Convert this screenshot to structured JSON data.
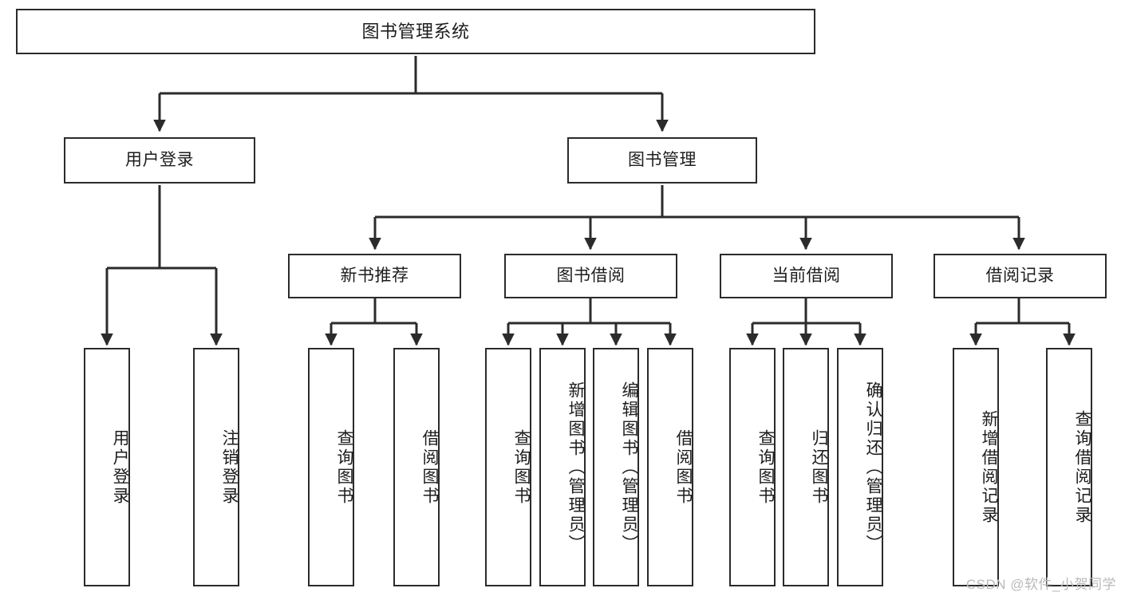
{
  "diagram": {
    "title": "图书管理系统",
    "type": "tree",
    "stroke_color": "#2b2b2b",
    "fill_color": "#ffffff",
    "text_color": "#1d1d1d",
    "root": {
      "label": "图书管理系统"
    },
    "level2": [
      {
        "label": "用户登录"
      },
      {
        "label": "图书管理"
      }
    ],
    "level3": [
      {
        "label": "新书推荐"
      },
      {
        "label": "图书借阅"
      },
      {
        "label": "当前借阅"
      },
      {
        "label": "借阅记录"
      }
    ],
    "leaves": {
      "user_login": [
        {
          "label": "用户登录"
        },
        {
          "label": "注销登录"
        }
      ],
      "new_book": [
        {
          "label": "查询图书"
        },
        {
          "label": "借阅图书"
        }
      ],
      "book_borrow": [
        {
          "label": "查询图书"
        },
        {
          "label": "新增图书（管理员）"
        },
        {
          "label": "编辑图书（管理员）"
        },
        {
          "label": "借阅图书"
        }
      ],
      "current_borrow": [
        {
          "label": "查询图书"
        },
        {
          "label": "归还图书"
        },
        {
          "label": "确认归还（管理员）"
        }
      ],
      "borrow_record": [
        {
          "label": "新增借阅记录"
        },
        {
          "label": "查询借阅记录"
        }
      ]
    }
  },
  "watermark": {
    "text": "CSDN @软件_小贺同学"
  }
}
